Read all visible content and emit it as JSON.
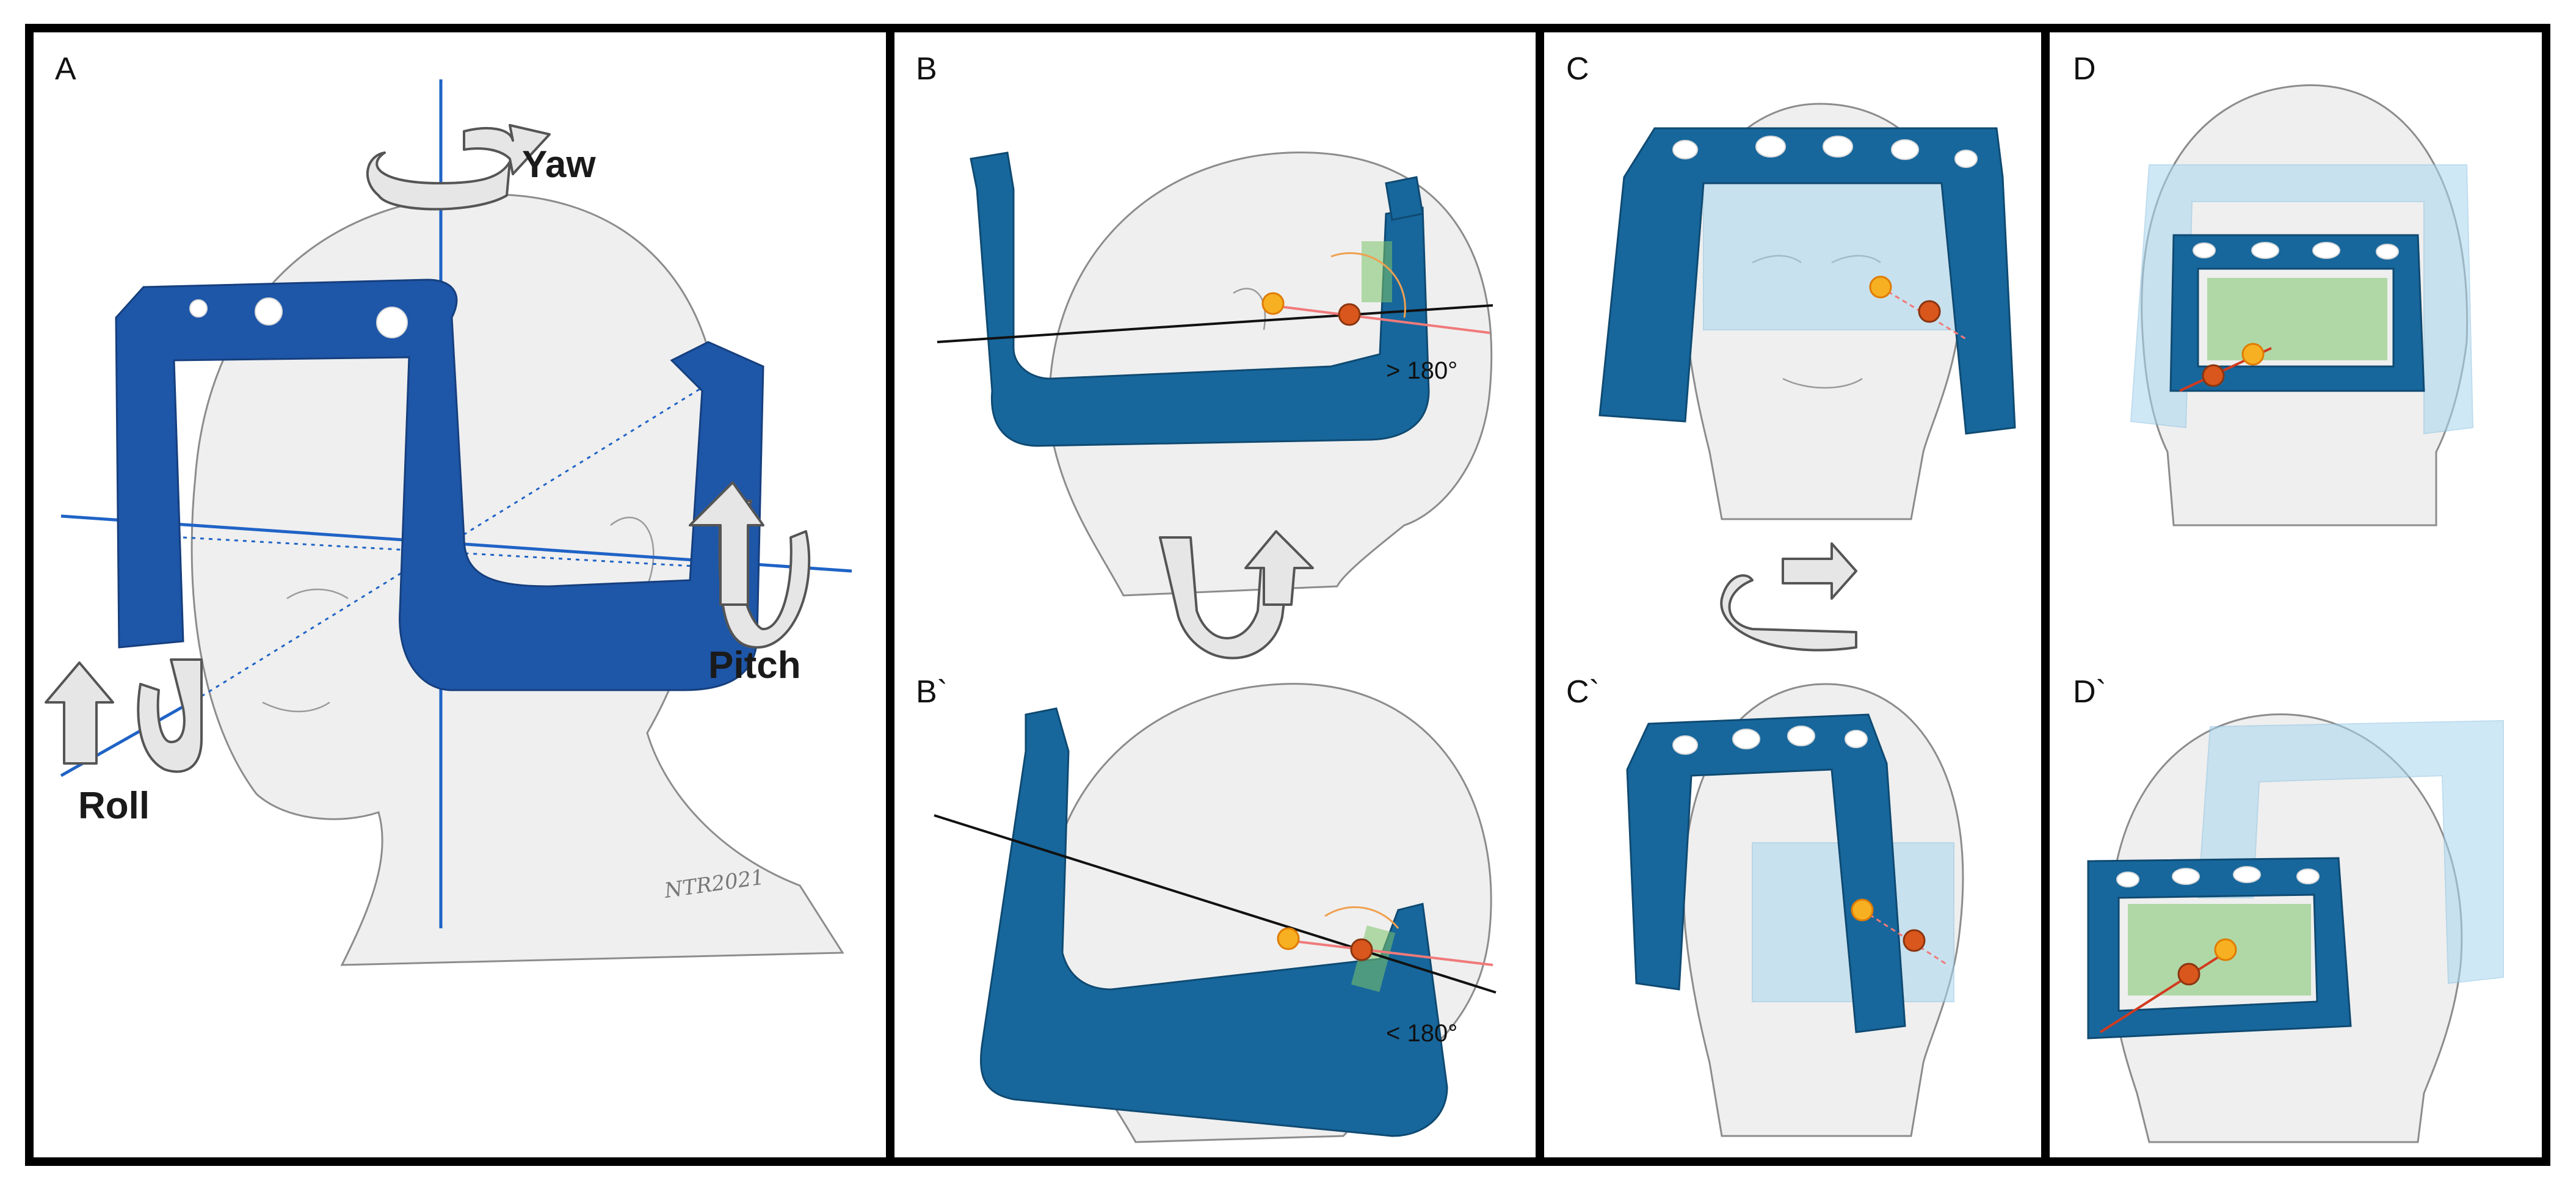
{
  "panels": {
    "a": {
      "letter": "A",
      "yaw": "Yaw",
      "pitch": "Pitch",
      "roll": "Roll",
      "signature": "NTR2021"
    },
    "b": {
      "letter": "B",
      "angle": "> 180°"
    },
    "b_prime": {
      "letter": "B`",
      "angle": "< 180°"
    },
    "c": {
      "letter": "C"
    },
    "c_prime": {
      "letter": "C`"
    },
    "d": {
      "letter": "D"
    },
    "d_prime": {
      "letter": "D`"
    }
  },
  "colors": {
    "frame_blue": "#1e56a8",
    "frame_teal": "#17679c",
    "frame_ghost": "#a9d7ef",
    "axis_line": "#1f63c6",
    "plate_green": "#7cc46a",
    "pin_orange": "#f6b021",
    "pin_red": "#d9561c"
  },
  "icons": [
    "rotation-arrow-icon",
    "head-icon",
    "frame-icon",
    "pin-icon"
  ]
}
